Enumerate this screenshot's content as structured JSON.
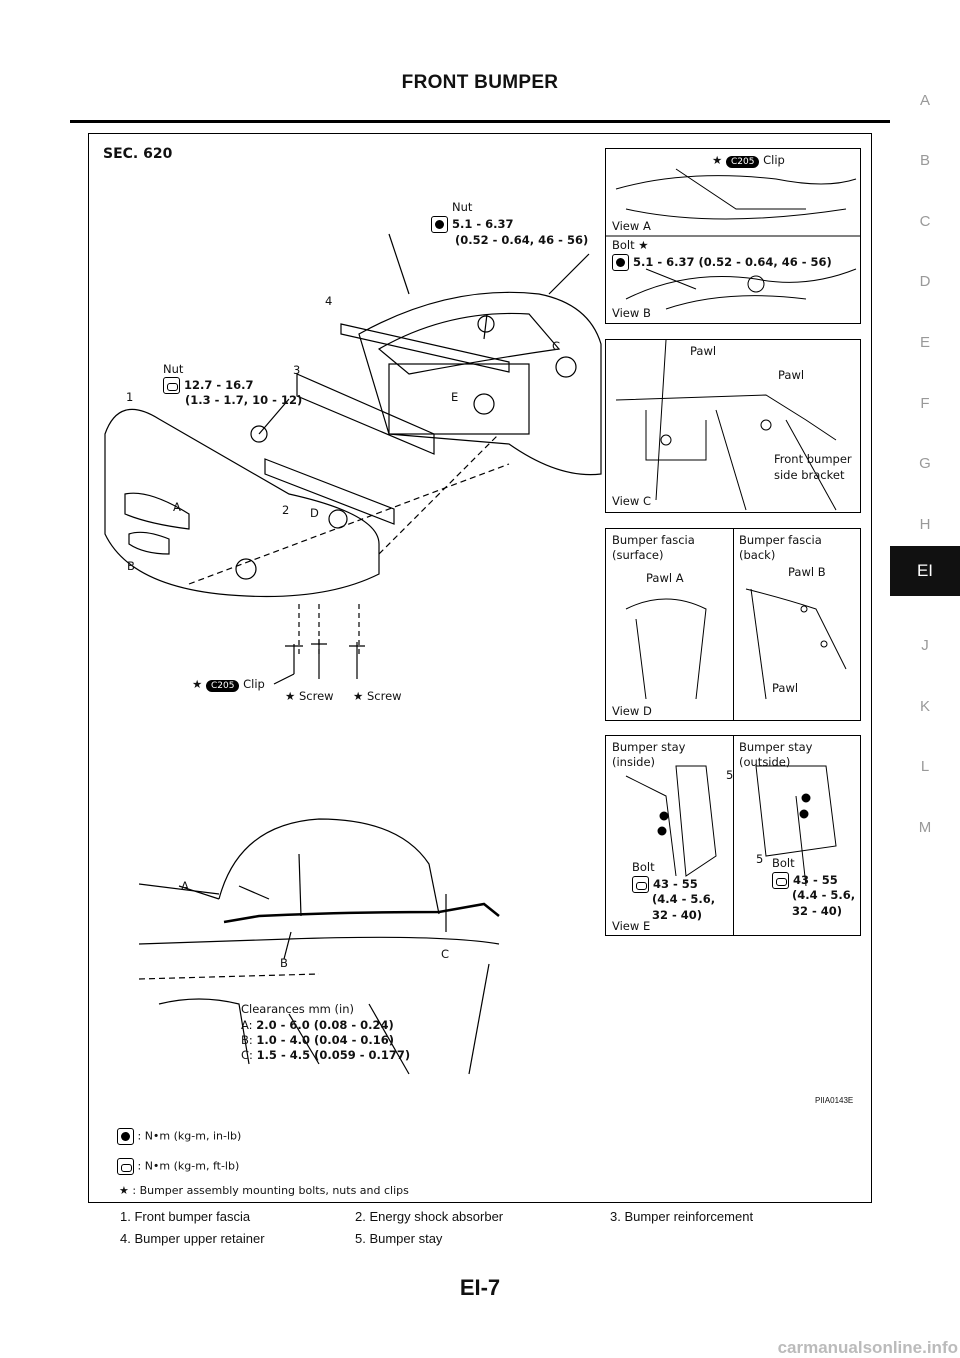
{
  "header": {
    "title": "FRONT BUMPER"
  },
  "side_tabs": {
    "items": [
      "A",
      "B",
      "C",
      "D",
      "E",
      "F",
      "G",
      "H",
      "EI",
      "J",
      "K",
      "L",
      "M"
    ],
    "active": "EI"
  },
  "figure": {
    "section": "SEC. 620",
    "id_code": "PIIA0143E",
    "main_view": {
      "nut_top_label": "Nut",
      "nut_top_torque_1": "5.1 - 6.37",
      "nut_top_torque_2": "(0.52 - 0.64, 46 - 56)",
      "nut_left_label": "Nut",
      "nut_left_torque_1": "12.7 - 16.7",
      "nut_left_torque_2": "(1.3 - 1.7, 10 - 12)",
      "callout_1": "1",
      "callout_2": "2",
      "callout_3": "3",
      "callout_4": "4",
      "callout_A": "A",
      "callout_B": "B",
      "callout_C": "C",
      "callout_D": "D",
      "callout_E": "E",
      "clip_code": "C205",
      "clip_label": "Clip",
      "screw_label_1": "Screw",
      "screw_label_2": "Screw"
    },
    "view_a": {
      "clip_code": "C205",
      "clip_label": "Clip",
      "caption": "View A"
    },
    "view_b": {
      "bolt_label": "Bolt",
      "torque": "5.1 - 6.37 (0.52 - 0.64, 46 - 56)",
      "caption": "View B"
    },
    "view_c": {
      "pawl_1": "Pawl",
      "pawl_2": "Pawl",
      "bracket_1": "Front bumper",
      "bracket_2": "side bracket",
      "caption": "View C"
    },
    "view_d": {
      "left_title_1": "Bumper fascia",
      "left_title_2": "(surface)",
      "right_title_1": "Bumper fascia",
      "right_title_2": "(back)",
      "pawl_a": "Pawl A",
      "pawl_b": "Pawl B",
      "pawl": "Pawl",
      "caption": "View D"
    },
    "view_e": {
      "left_title_1": "Bumper stay",
      "left_title_2": "(inside)",
      "right_title_1": "Bumper stay",
      "right_title_2": "(outside)",
      "num_5a": "5",
      "num_5b": "5",
      "bolt_left": "Bolt",
      "bolt_right": "Bolt",
      "torque_l_1": "43 - 55",
      "torque_l_2": "(4.4 - 5.6,",
      "torque_l_3": "32 - 40)",
      "torque_r_1": "43 - 55",
      "torque_r_2": "(4.4 - 5.6,",
      "torque_r_3": "32 - 40)",
      "caption": "View E"
    },
    "clearance": {
      "label_a": "A",
      "label_b": "B",
      "label_c": "C",
      "title": "Clearances mm (in)",
      "a_key": "A:",
      "a_val": "2.0 - 6.0 (0.08 - 0.24)",
      "b_key": "B:",
      "b_val": "1.0 - 4.0 (0.04 - 0.16)",
      "c_key": "C:",
      "c_val": "1.5 - 4.5 (0.059 - 0.177)"
    },
    "legend": {
      "row1": ": N•m (kg-m, in-lb)",
      "row2": ": N•m (kg-m, ft-lb)",
      "row3": ": Bumper assembly mounting bolts, nuts and clips"
    }
  },
  "parts": [
    "1.   Front bumper fascia",
    "2.   Energy shock absorber",
    "3.   Bumper reinforcement",
    "4.   Bumper upper retainer",
    "5.   Bumper stay"
  ],
  "page_number": "EI-7",
  "watermark": "carmanualsonline.info"
}
